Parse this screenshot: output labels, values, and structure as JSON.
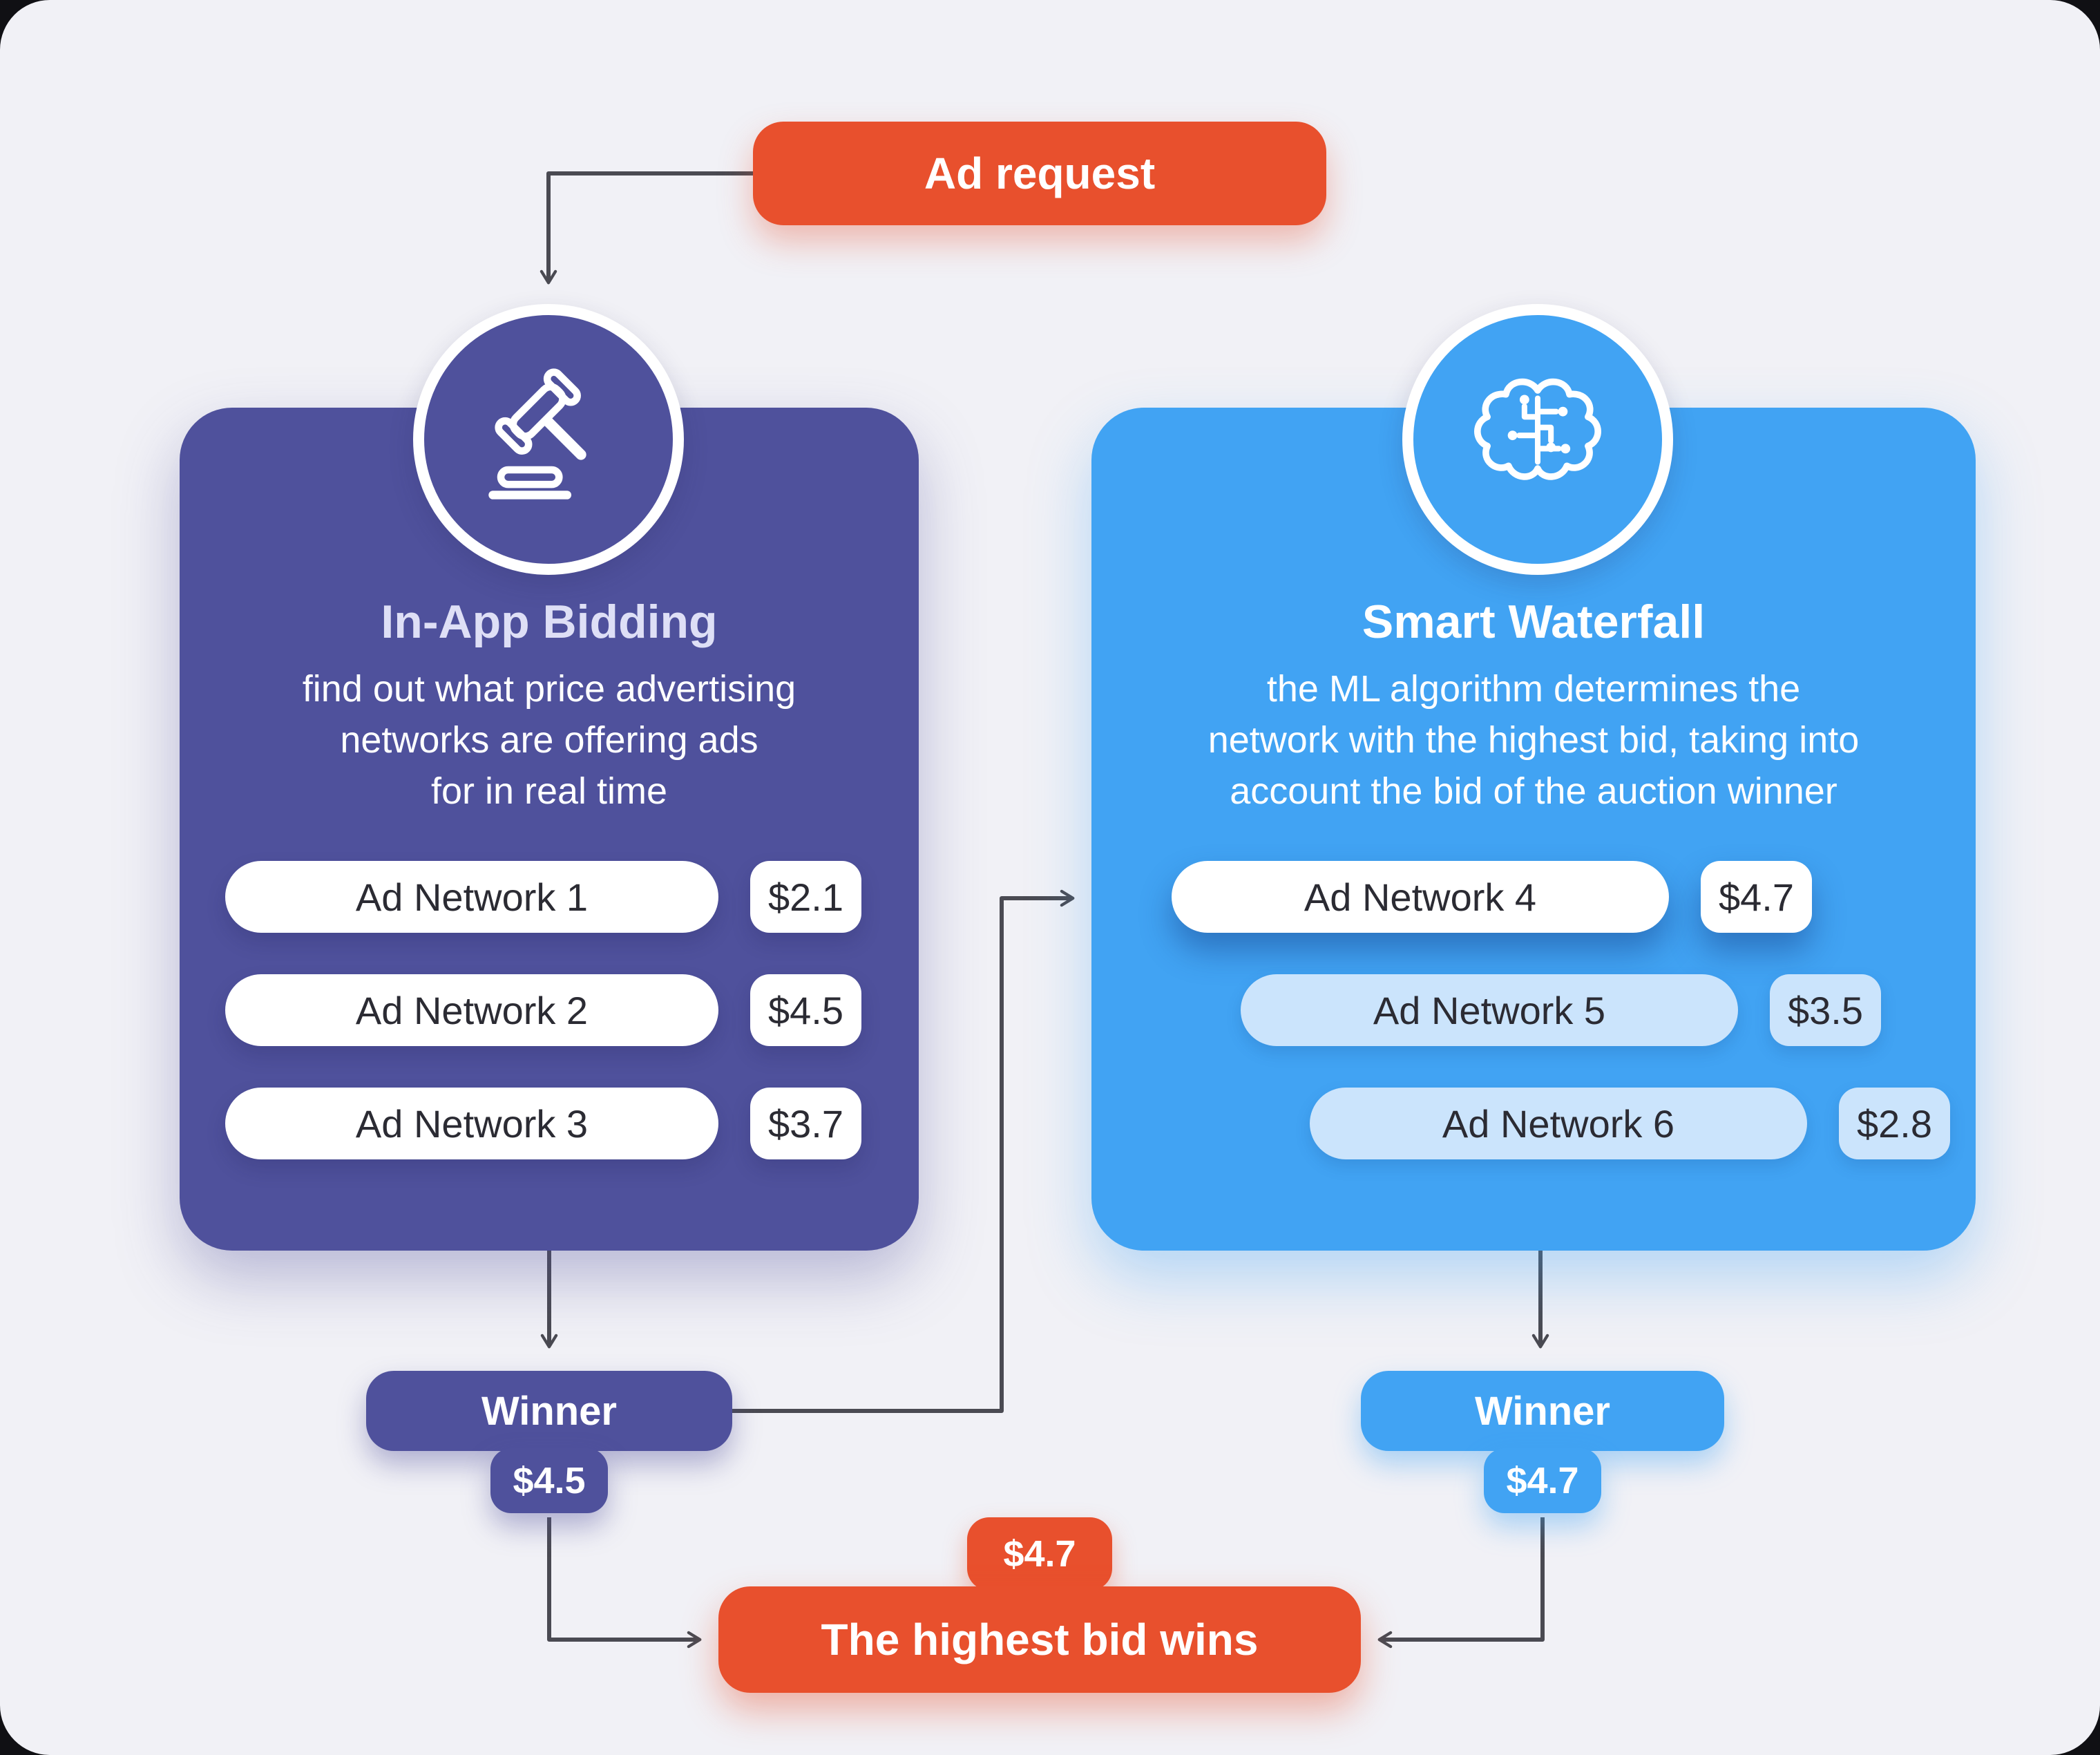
{
  "colors": {
    "orange": "#E8502D",
    "purple": "#4F519C",
    "blue": "#41A3F3",
    "light_blue_pill": "#CBE4FC",
    "canvas_bg": "#F1F1F6",
    "arrow": "#4A4A52"
  },
  "ad_request": {
    "label": "Ad request"
  },
  "bidding": {
    "icon": "gavel-icon",
    "title": "In-App Bidding",
    "subtitle_lines": [
      "find out what price advertising",
      "networks are offering ads",
      "for in real time"
    ],
    "rows": [
      {
        "name": "Ad Network 1",
        "bid": "$2.1"
      },
      {
        "name": "Ad Network 2",
        "bid": "$4.5"
      },
      {
        "name": "Ad Network 3",
        "bid": "$3.7"
      }
    ],
    "winner_label": "Winner",
    "winner_bid": "$4.5"
  },
  "waterfall": {
    "icon": "brain-circuit-icon",
    "title": "Smart Waterfall",
    "subtitle_lines": [
      "the ML algorithm determines the",
      "network with the highest bid, taking into",
      "account the bid of the auction winner"
    ],
    "rows": [
      {
        "name": "Ad Network 4",
        "bid": "$4.7"
      },
      {
        "name": "Ad Network 5",
        "bid": "$3.5"
      },
      {
        "name": "Ad Network 6",
        "bid": "$2.8"
      }
    ],
    "winner_label": "Winner",
    "winner_bid": "$4.7"
  },
  "result": {
    "top_bid": "$4.7",
    "label": "The highest bid wins"
  }
}
